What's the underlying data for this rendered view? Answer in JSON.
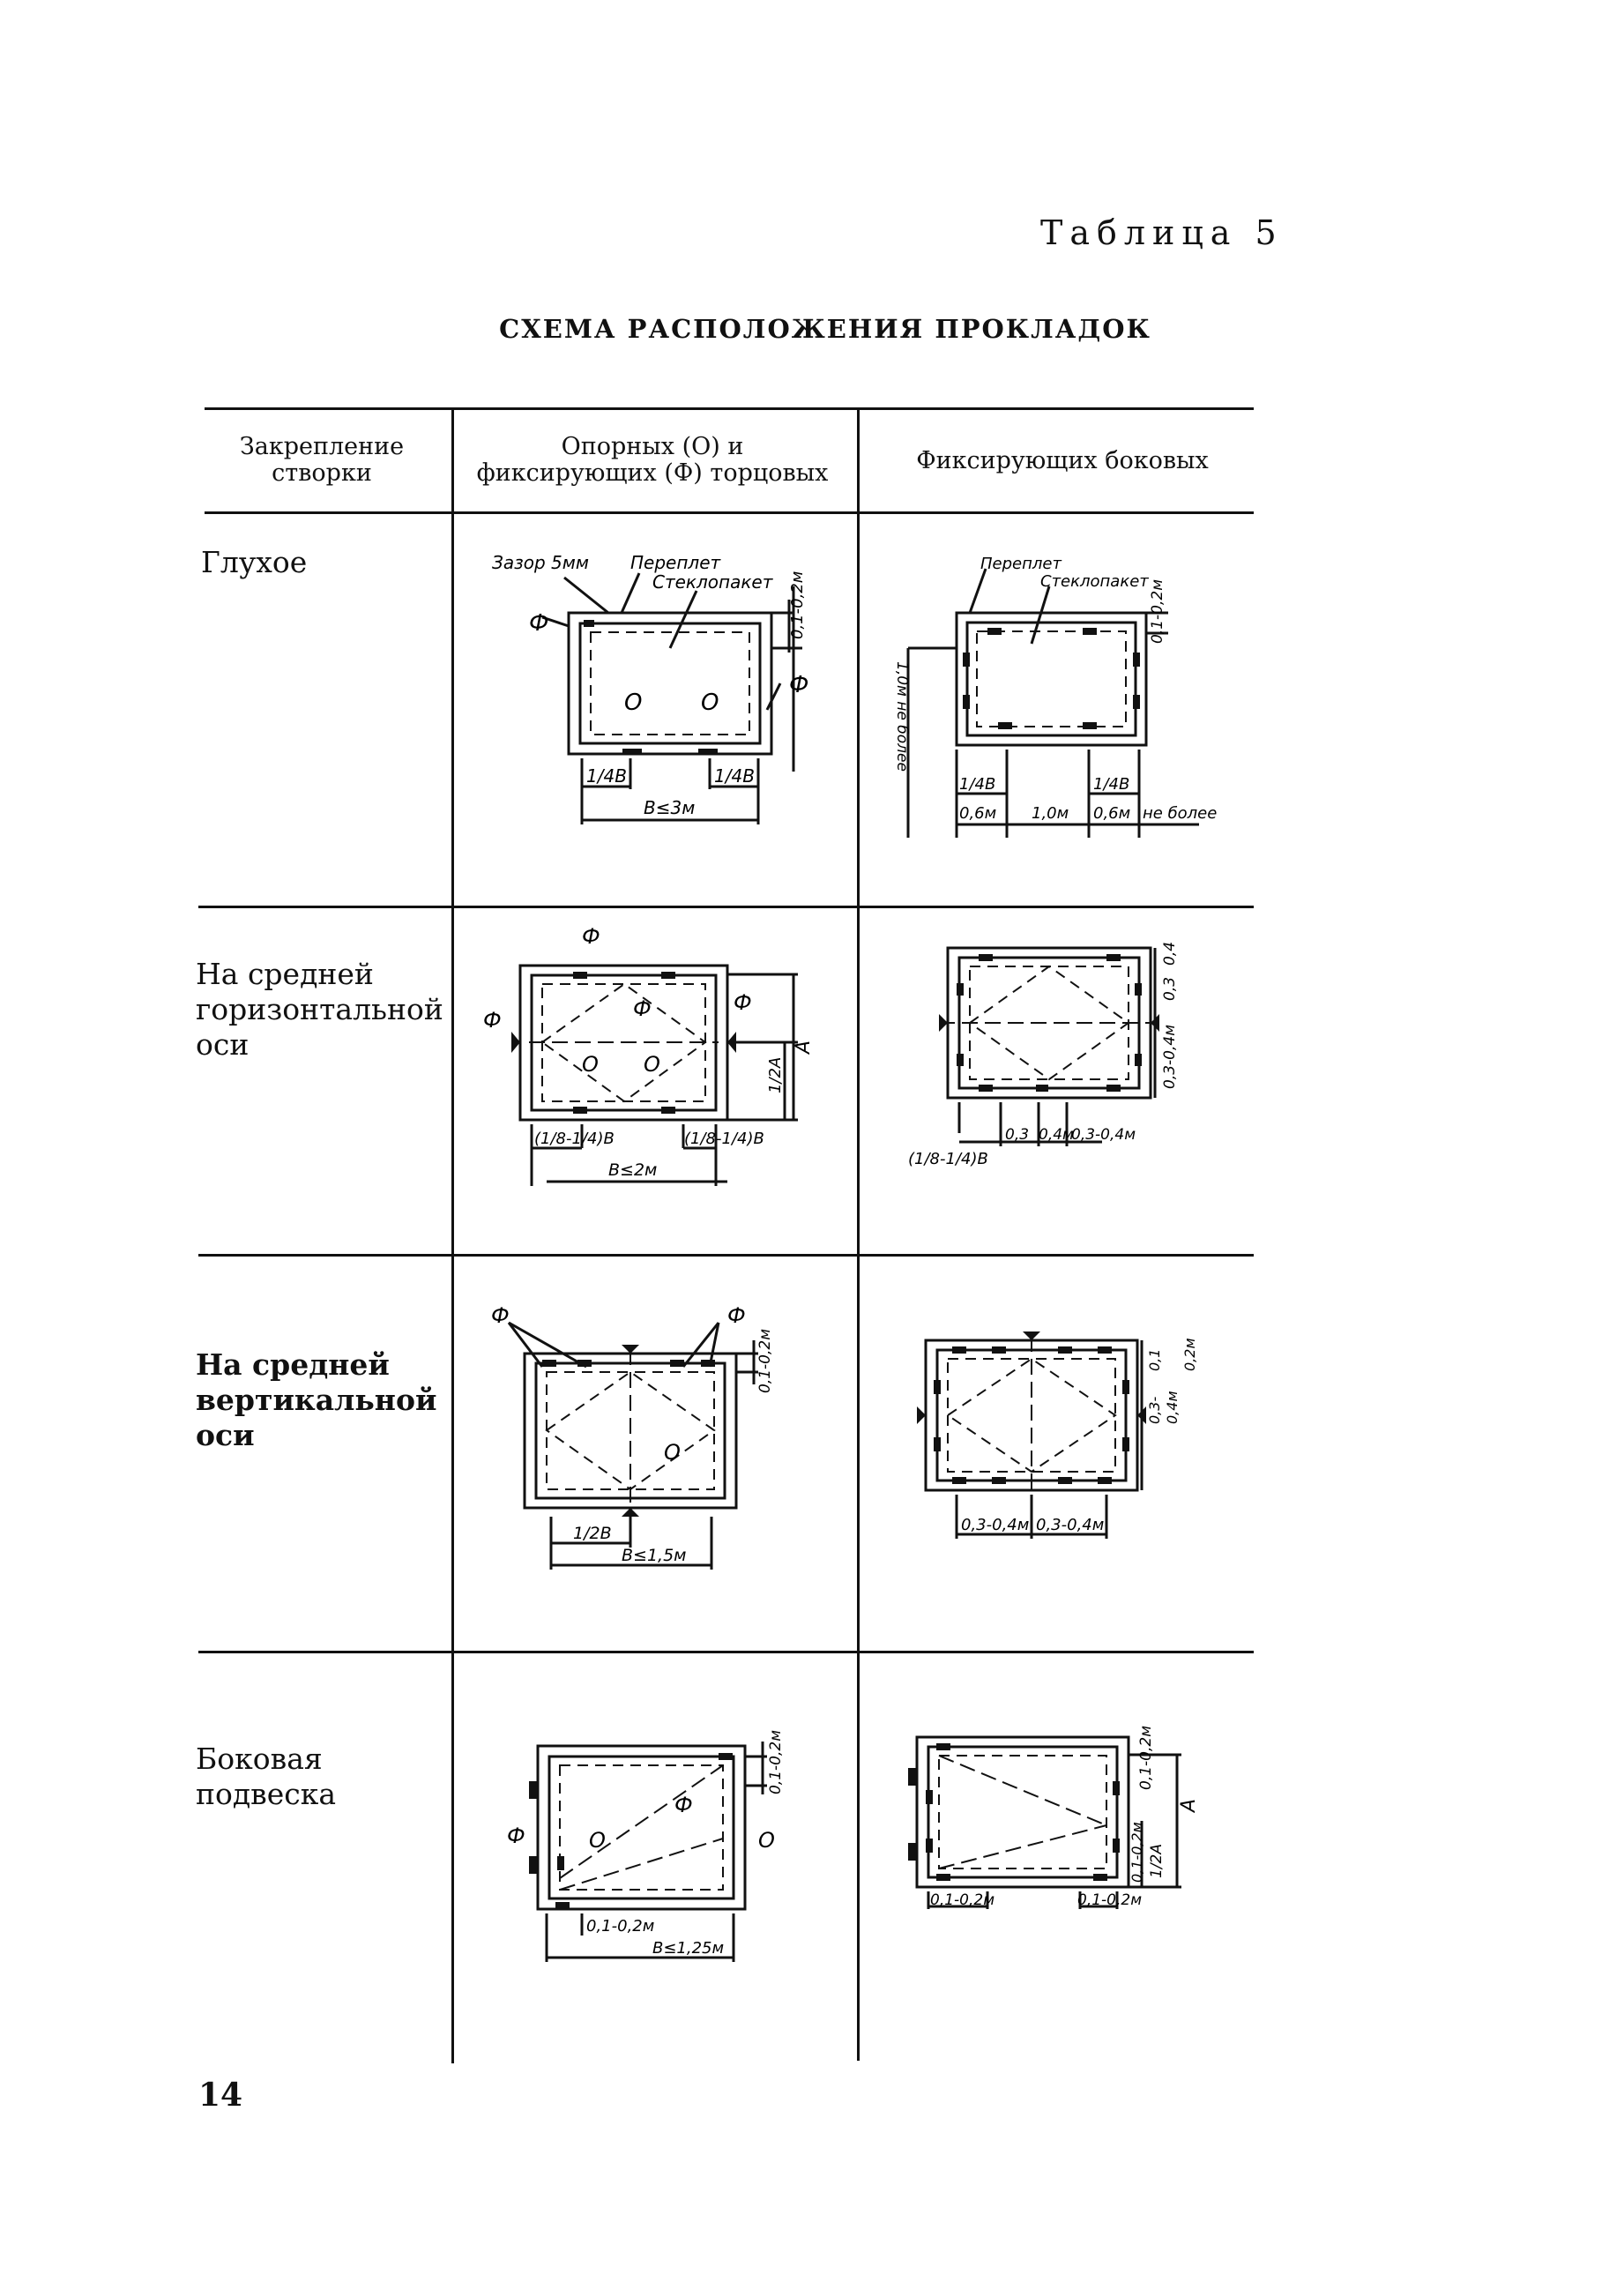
{
  "page": {
    "table_label": "Таблица 5",
    "title": "СХЕМА РАСПОЛОЖЕНИЯ ПРОКЛАДОК",
    "page_number": "14"
  },
  "table": {
    "headers": {
      "col1": "Закрепление створки",
      "col2": "Опорных (О) и фиксирующих (Ф) торцовых",
      "col3": "Фиксирующих боковых"
    },
    "rows": [
      {
        "label": "Глухое",
        "d1": {
          "gap": "Зазор 5мм",
          "frame": "Переплет",
          "glass": "Стеклопакет",
          "edge": "0,1-0,2м",
          "f": "Ф",
          "o1": "О",
          "o2": "О",
          "q1": "1/4В",
          "q2": "1/4В",
          "width": "В≤3м"
        },
        "d2": {
          "frame": "Переплет",
          "glass": "Стеклопакет",
          "edge": "0,1-0,2м",
          "side": "1,0м не более",
          "q1": "1/4В",
          "q2": "1/4В",
          "a": "0,6м",
          "b": "1,0м",
          "c": "0,6м",
          "note": "не более"
        }
      },
      {
        "label": "На средней горизонтальной оси",
        "d1": {
          "f1": "Ф",
          "f2": "Ф",
          "f3": "Ф",
          "f4": "Ф",
          "o1": "О",
          "o2": "О",
          "half": "1/2А",
          "a": "А",
          "q1": "(1/8-1/4)В",
          "q2": "(1/8-1/4)В",
          "width": "В≤2м"
        },
        "d2": {
          "v1": "0,3-0,4м",
          "v2": "0,3",
          "v3": "0,4",
          "q": "(1/8-1/4)В",
          "a": "0,3",
          "b": "0,4м",
          "c": "0,3-0,4м"
        }
      },
      {
        "label": "На средней вертикальной оси",
        "d1": {
          "f1": "Ф",
          "f2": "Ф",
          "edge": "0,1-0,2м",
          "o": "О",
          "half": "1/2В",
          "width": "В≤1,5м"
        },
        "d2": {
          "v1": "0,1",
          "v2": "0,3-",
          "v3": "0,4м",
          "v4": "0,2м",
          "a": "0,3-0,4м",
          "b": "0,3-0,4м"
        }
      },
      {
        "label": "Боковая подвеска",
        "d1": {
          "edge": "0,1-0,2м",
          "f1": "Ф",
          "f2": "Ф",
          "o1": "О",
          "o2": "О",
          "q": "0,1-0,2м",
          "width": "В≤1,25м"
        },
        "d2": {
          "edge": "0,1-0,2м",
          "a": "А",
          "half": "1/2А",
          "v": "0,1-0,2м",
          "q1": "0,1-0,2м",
          "q2": "0,1-0,2м"
        }
      }
    ]
  }
}
